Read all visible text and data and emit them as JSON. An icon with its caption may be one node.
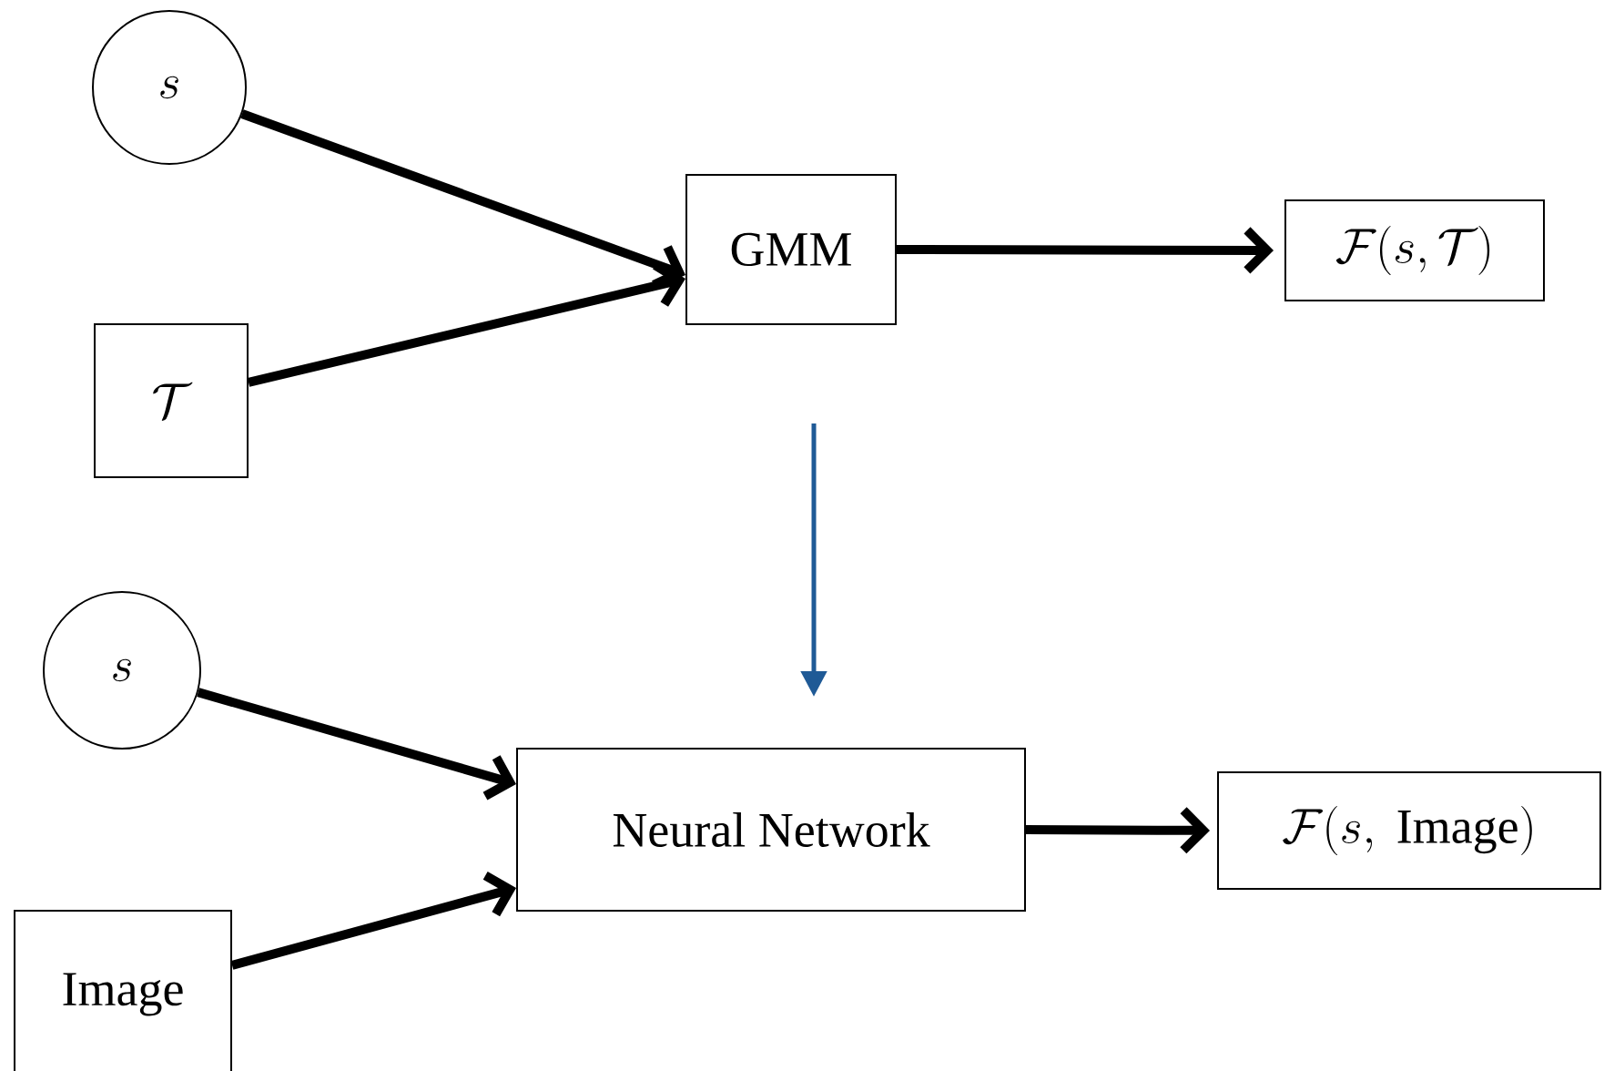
{
  "diagram": {
    "nodes": [
      {
        "text": [
          "s"
        ]
      },
      {
        "text": [
          "\\mathcal{T}"
        ]
      },
      {
        "text": [
          "GMM"
        ]
      },
      {
        "text": [
          "\\mathcal{F}(s,\\mathcal{T})"
        ]
      },
      {
        "text": [
          "s"
        ]
      },
      {
        "text": [
          "Image"
        ]
      },
      {
        "text": [
          "Neural Network"
        ]
      },
      {
        "text": [
          "\\mathcal{F}(s,\\ \\mathrm{Image})"
        ]
      }
    ],
    "edges": [
      {
        "from": 0,
        "to": 2,
        "arrow": "to"
      },
      {
        "from": 1,
        "to": 2,
        "arrow": "to"
      },
      {
        "from": 2,
        "to": 3,
        "arrow": "to"
      },
      {
        "from": 2,
        "to": 6,
        "arrow": "to",
        "color": "#1f5a96"
      },
      {
        "from": 4,
        "to": 6,
        "arrow": "to"
      },
      {
        "from": 5,
        "to": 6,
        "arrow": "to"
      },
      {
        "from": 6,
        "to": 7,
        "arrow": "to"
      }
    ]
  }
}
